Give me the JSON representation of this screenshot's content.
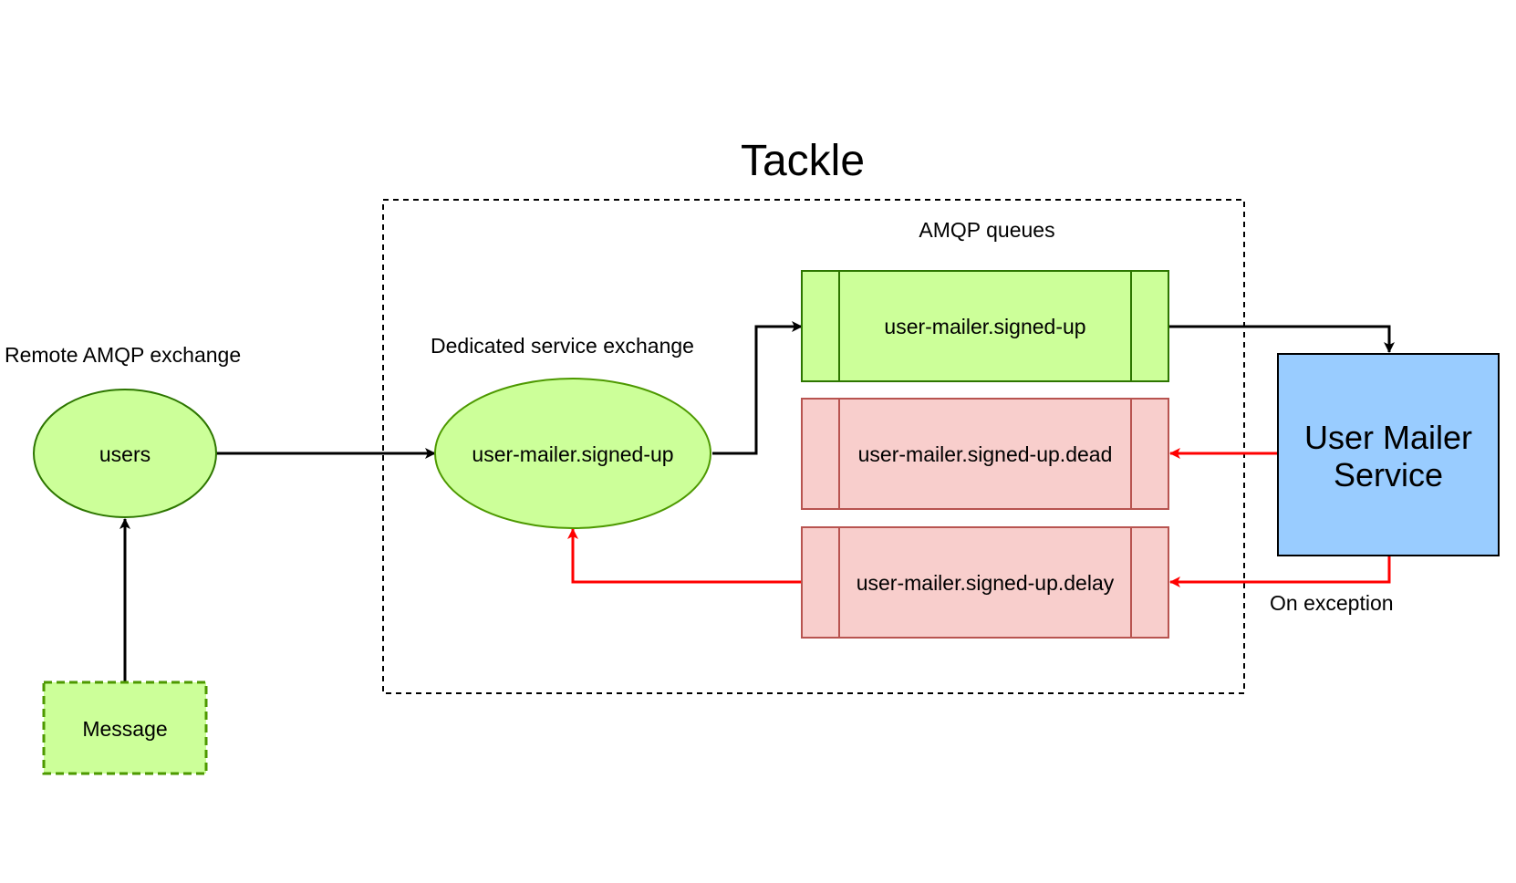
{
  "title": "Tackle",
  "labels": {
    "remote_exchange": "Remote AMQP exchange",
    "dedicated_exchange": "Dedicated service exchange",
    "amqp_queues": "AMQP queues",
    "on_exception": "On exception"
  },
  "nodes": {
    "users_exchange": "users",
    "message": "Message",
    "service_exchange": "user-mailer.signed-up",
    "queue_main": "user-mailer.signed-up",
    "queue_dead": "user-mailer.signed-up.dead",
    "queue_delay": "user-mailer.signed-up.delay",
    "service_line1": "User Mailer",
    "service_line2": "Service"
  },
  "colors": {
    "green_fill": "#ccff99",
    "green_stroke": "#2d7600",
    "message_stroke": "#4d9900",
    "red_fill": "#f8cecc",
    "red_stroke": "#b85450",
    "blue_fill": "#99ccff",
    "blue_stroke": "#000000",
    "arrow_black": "#000000",
    "arrow_red": "#ff0000"
  }
}
